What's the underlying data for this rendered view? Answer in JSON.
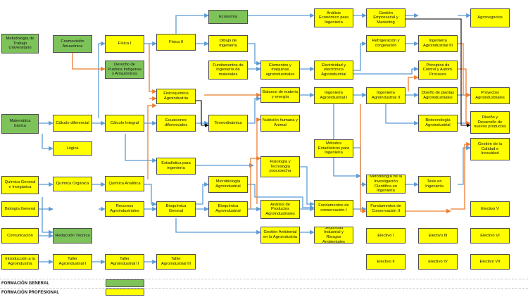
{
  "legend": {
    "general": "FORMACIÓN GENERAL",
    "profesional": "FORMACIÓN PROFESIONAL"
  },
  "colors": {
    "green": "#7dc35a",
    "yellow": "#ffff00",
    "blue_edge": "#5b9bd5",
    "orange_edge": "#ed7d31",
    "black_edge": "#000000"
  },
  "nodes": {
    "metodologia": "Metodología de Trabajo Universitario",
    "cosmovision": "Cosmovisión Amazónica",
    "derecho": "Derecho de Pueblos Indígenas y Amazónicos",
    "matematica": "Matemática básica",
    "calculo_dif": "Cálculo diferencial",
    "logica": "Lógica",
    "quimica_general": "Química General e Inorgánica",
    "quimica_organica": "Química Orgánica",
    "biologia": "Biología General",
    "comunicacion": "Comunicación",
    "redaccion": "Redacción Técnica",
    "introduccion": "Introducción a la Agroindustria",
    "taller1": "Taller Agroindustrial I",
    "taller2": "Taller Agroindustrial II",
    "taller3": "Taller Agroindustrial III",
    "fisica1": "Física I",
    "calculo_int": "Cálculo Integral",
    "quimica_analitica": "Química Analítica",
    "recursos": "Recursos Agroindustriales",
    "fisica2": "Física II",
    "fisicoquimica": "Fisicoquímica Agroindustria",
    "ecuaciones": "Ecuaciones diferenciales",
    "estadistica": "Estadística para ingeniería",
    "bioquimica_general": "Bioquímica General",
    "economia": "Economía",
    "dibujo": "Dibujo de Ingeniería",
    "fundamentos_materiales": "Fundamentos de ingeniería de materiales",
    "termodinamica": "Termodinámica",
    "microbiologia": "Microbiología Agroindustrial",
    "bioquimica_agro": "Bioquímica Agroindustrial",
    "elementos": "Elementos y maquinas agroindustriales",
    "balance": "Balance de materia y energía",
    "nutricion": "Nutrición humana y Animal",
    "fisiologia": "Fisiología y Tecnología poscosecha",
    "analisis": "Análisis de Productos Agroindustriales",
    "gestion_ambiental": "Gestión Ambiental en la Agroindustria",
    "analisis_eco": "Análisis Económico para Ingeniería",
    "electricidad": "Electricidad y electrónica Agroindustrial",
    "ing_agro1": "Ingeniería Agroindustrial I",
    "metodos": "Métodos Estadísticos para Ingeniería",
    "fundamentos1": "Fundamentos de conservación I",
    "seguridad": "Seguridad Industrial y Riesgos Ambientales",
    "gestion_empresarial": "Gestión Empresarial y Marketing",
    "refrigeracion": "Refrigeración y congelación",
    "ing_agro2": "Ingeniería Agroindustrial II",
    "metodologia_inv": "Metodología de la Investigación Científica en Ingeniería",
    "fundamentos2": "Fundamentos de Conservación II",
    "ing_agro3": "Ingeniería Agroindustrial III",
    "principios": "Principios de Control y Autom. Procesos",
    "diseno_plantas": "Diseño de plantas Agroindustriales",
    "biotecnologia": "Biotecnología Agroindustrial",
    "tesis": "Tesis en Ingeniería",
    "agronegocios": "Agronegocios",
    "proyectos": "Proyectos Agroindustriales",
    "diseno_desarrollo": "Diseño y Desarrollo de nuevos productos",
    "gestion_calidad": "Gestión de la Calidad e Inocuidad",
    "electivo_1": "Electivo I",
    "electivo_2": "Electivo II",
    "electivo_3": "Electivo III",
    "electivo_4": "Electivo IV",
    "electivo_5": "Electivo V",
    "electivo_6": "Electivo VI",
    "electivo_7": "Electivo VII"
  }
}
